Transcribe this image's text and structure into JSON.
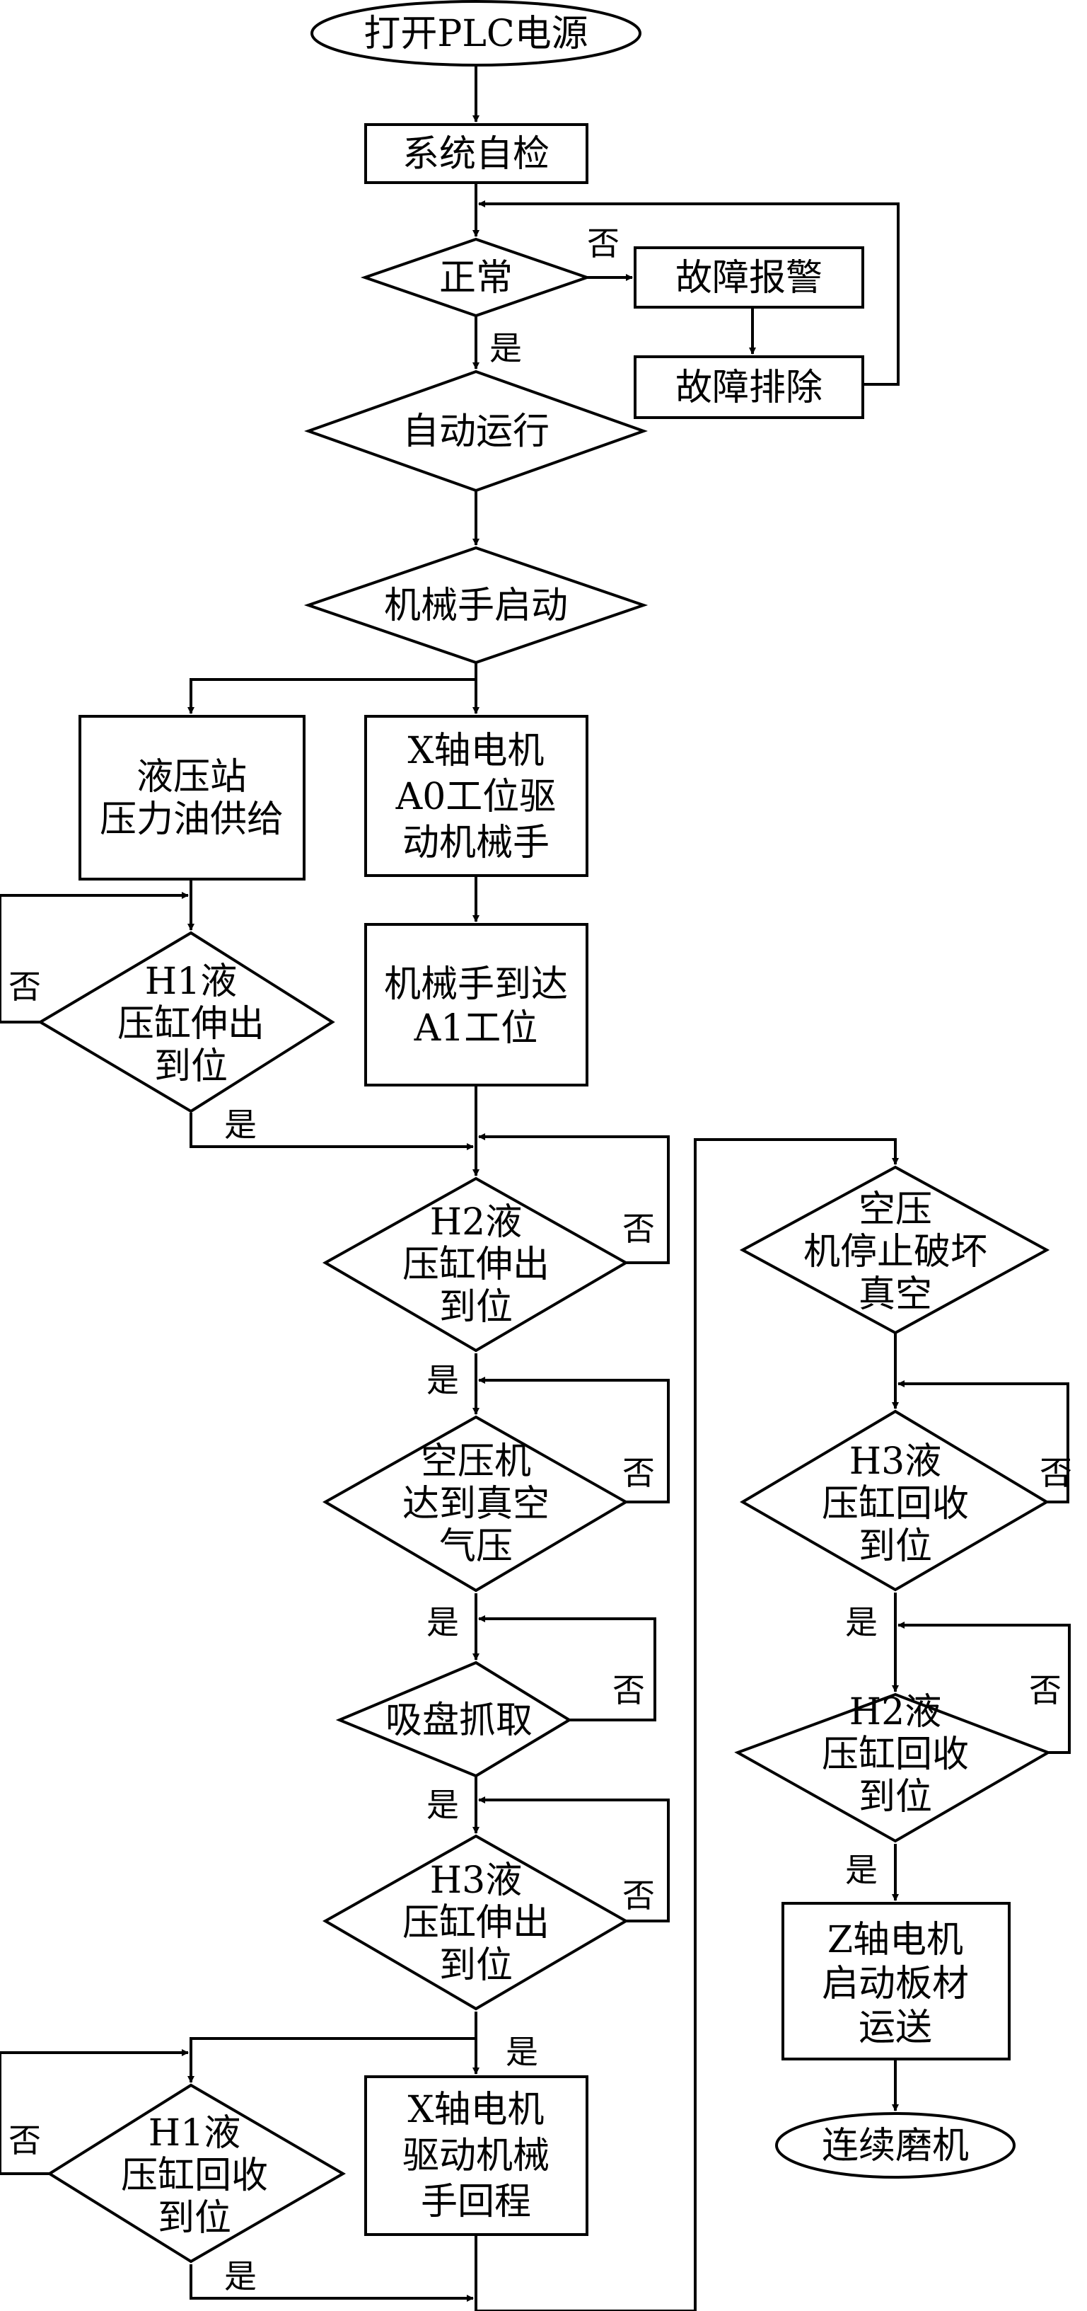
{
  "nodes": {
    "start": "打开PLC电源",
    "self_check": "系统自检",
    "normal": "正常",
    "fault_alarm": "故障报警",
    "fault_clear": "故障排除",
    "auto_run": "自动运行",
    "robot_start": "机械手启动",
    "hydraulic_station": [
      "液压站",
      "压力油供给"
    ],
    "x_motor_a0": [
      "X轴电机",
      "A0工位驱",
      "动机械手"
    ],
    "robot_at_a1": [
      "机械手到达",
      "A1工位"
    ],
    "h1_extend": [
      "H1液",
      "压缸伸出",
      "到位"
    ],
    "h2_extend": [
      "H2液",
      "压缸伸出",
      "到位"
    ],
    "air_vacuum": [
      "空压机",
      "达到真空",
      "气压"
    ],
    "suction": "吸盘抓取",
    "h3_extend": [
      "H3液",
      "压缸伸出",
      "到位"
    ],
    "h1_retract": [
      "H1液",
      "压缸回收",
      "到位"
    ],
    "x_motor_return": [
      "X轴电机",
      "驱动机械",
      "手回程"
    ],
    "air_stop": [
      "空压",
      "机停止破坏",
      "真空"
    ],
    "h3_retract": [
      "H3液",
      "压缸回收",
      "到位"
    ],
    "h2_retract": [
      "H2液",
      "压缸回收",
      "到位"
    ],
    "z_motor": [
      "Z轴电机",
      "启动板材",
      "运送"
    ],
    "end": "连续磨机"
  },
  "labels": {
    "yes": "是",
    "no": "否"
  }
}
